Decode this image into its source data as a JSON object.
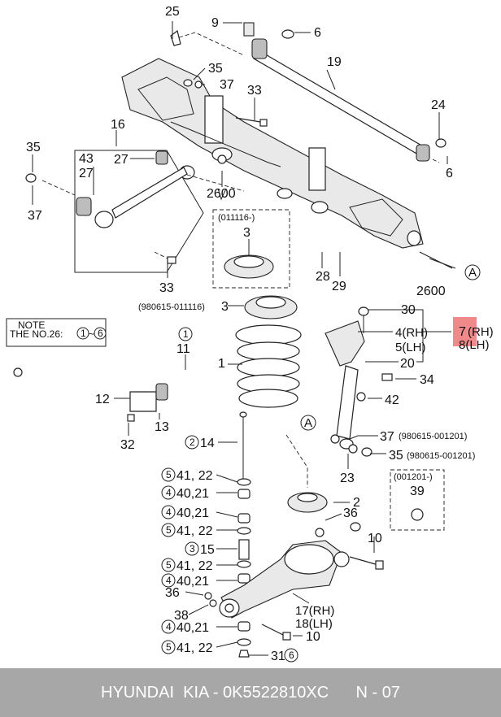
{
  "labels": {
    "p25": "25",
    "p9": "9",
    "p6a": "6",
    "p19": "19",
    "p35a": "35",
    "p37a": "37",
    "p33a": "33",
    "p24": "24",
    "p6b": "6",
    "p16": "16",
    "p35b": "35",
    "p43": "43",
    "p27a": "27",
    "p27b": "27",
    "p37b": "37",
    "p2600a": "2600",
    "p011116": "(011116-)",
    "p3": "3",
    "p28": "28",
    "p29": "29",
    "p2600b": "2600",
    "p33b": "33",
    "pA1": "A",
    "p980615a": "(980615-011116)",
    "p3b": "3",
    "p30": "30",
    "p7": "7",
    "p7rh": "(RH)",
    "p8lh": "8(LH)",
    "p4rh": "4(RH)",
    "p5lh": "5(LH)",
    "p20": "20",
    "p34": "34",
    "p42": "42",
    "p1": "1",
    "p11": "11",
    "p11c": "1",
    "p12": "12",
    "p13": "13",
    "p32": "32",
    "pA2": "A",
    "p37c": "37",
    "p980615b": "(980615-001201)",
    "p35c": "35",
    "p980615c": "(980615-001201)",
    "p23": "23",
    "p001201": "(001201-)",
    "p39": "39",
    "p14c": "2",
    "p14": "14",
    "p2": "2",
    "p36a": "36",
    "p10a": "10",
    "p4122a_c": "5",
    "p4122a": "41, 22",
    "p4021a_c": "4",
    "p4021a": "40,21",
    "p4021b_c": "4",
    "p4021b": "40,21",
    "p4122b_c": "5",
    "p4122b": "41, 22",
    "p15c": "3",
    "p15": "15",
    "p4122c_c": "5",
    "p4122c": "41, 22",
    "p4021c_c": "4",
    "p4021c": "40,21",
    "p36b": "36",
    "p38": "38",
    "p17rh": "17(RH)",
    "p18lh": "18(LH)",
    "p4021d_c": "4",
    "p4021d": "40,21",
    "p10b": "10",
    "p4122d_c": "5",
    "p4122d": "41, 22",
    "p31": "31",
    "p31c": "6"
  },
  "note": {
    "title": "NOTE",
    "text": "THE NO.26:",
    "from": "1",
    "tilde": "~",
    "to": "6"
  },
  "highlight_color": "#f08a8a",
  "footer": {
    "brand": "HYUNDAI  KIA - ",
    "part_number": "0K5522810XC",
    "page": "N - 07"
  }
}
